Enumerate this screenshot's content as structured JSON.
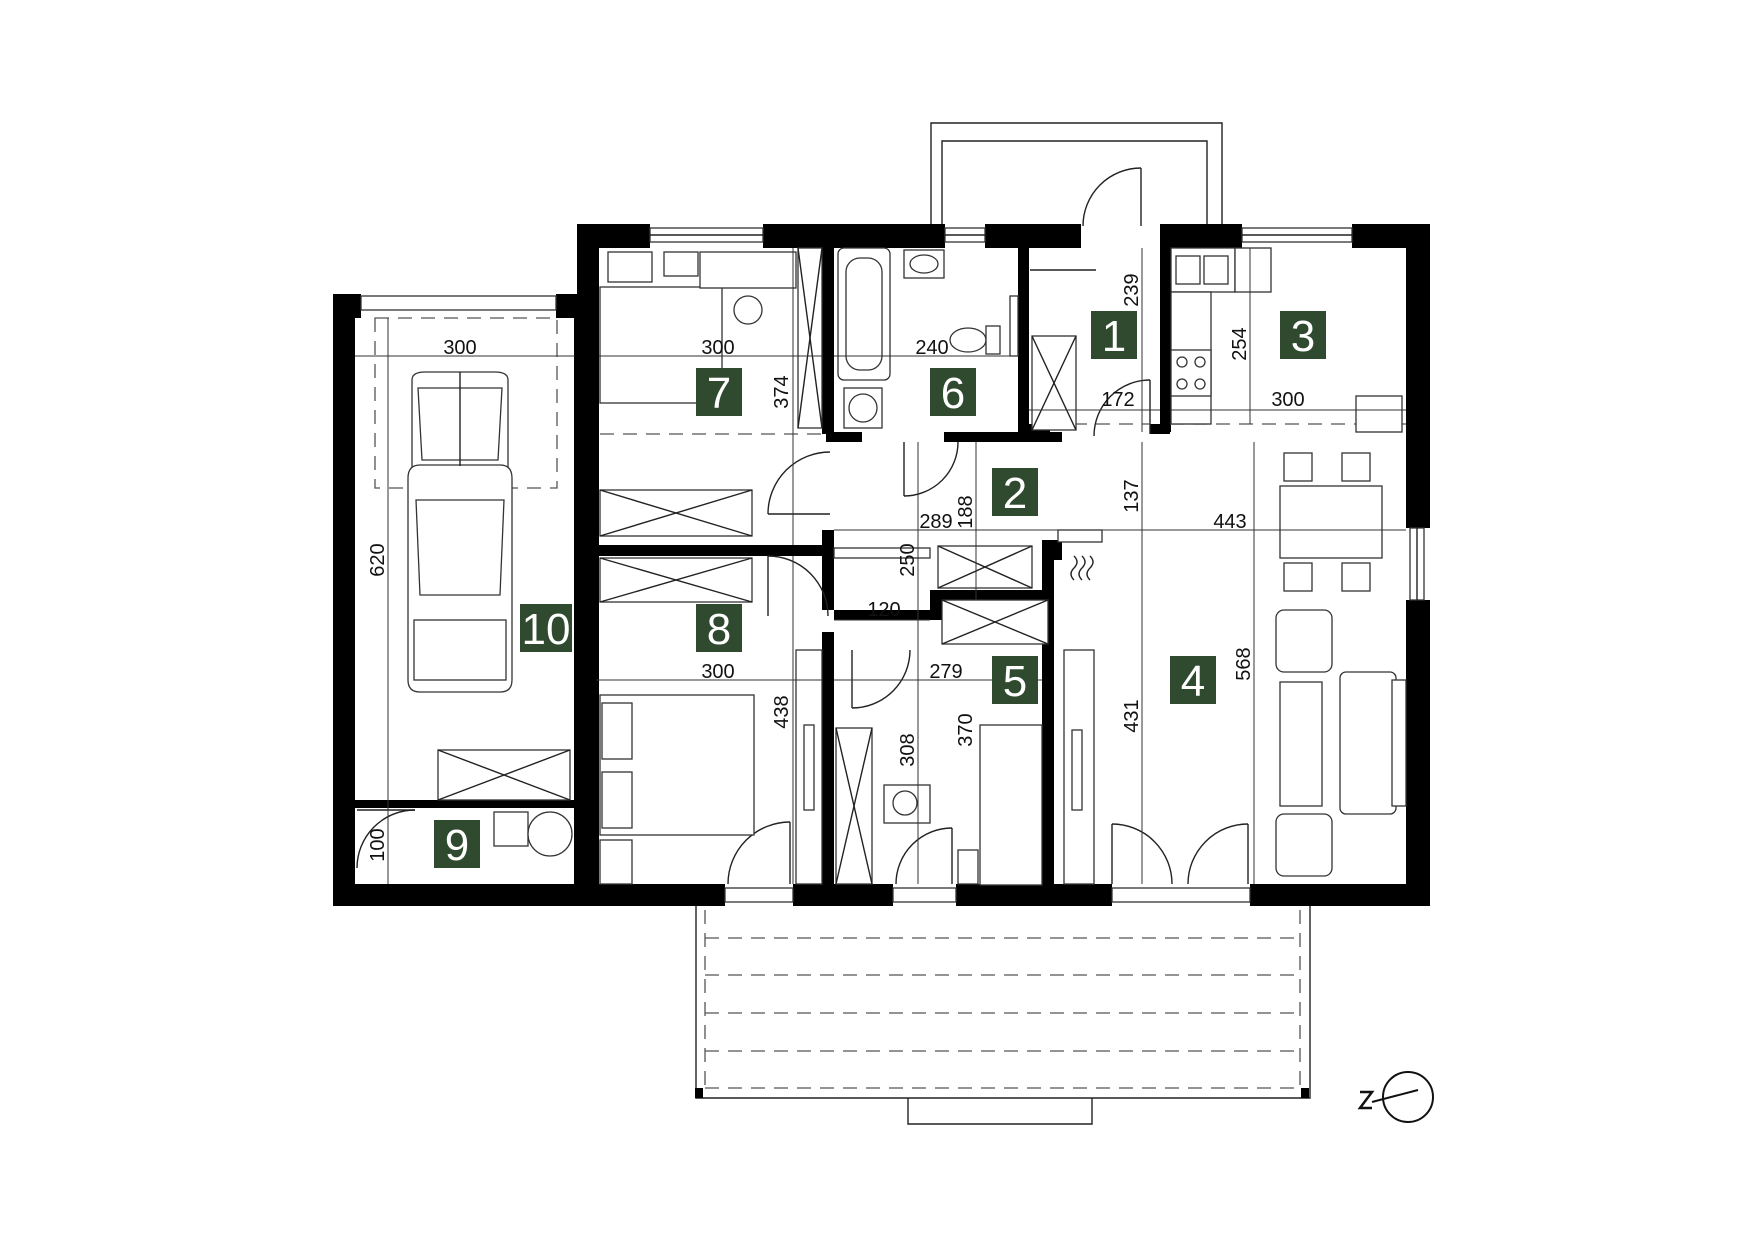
{
  "colors": {
    "wall": "#000000",
    "badge": "#2f4a2f",
    "badge_text": "#ffffff",
    "line": "#222222"
  },
  "rooms": [
    {
      "id": "1"
    },
    {
      "id": "2"
    },
    {
      "id": "3"
    },
    {
      "id": "4"
    },
    {
      "id": "5"
    },
    {
      "id": "6"
    },
    {
      "id": "7"
    },
    {
      "id": "8"
    },
    {
      "id": "9"
    },
    {
      "id": "10"
    }
  ],
  "dimensions": {
    "garage_width": "300",
    "garage_length": "620",
    "utility_depth": "100",
    "room7_width": "300",
    "room7_depth": "374",
    "room6_width": "240",
    "room1_depth": "239",
    "room1_width": "172",
    "room3_depth": "254",
    "room3_width": "300",
    "hall_a": "289",
    "hall_b": "188",
    "hall_c": "137",
    "living_width": "443",
    "hall_d": "250",
    "hall_e": "120",
    "room8_width": "300",
    "room8_depth": "438",
    "room5_width": "279",
    "room5_d1": "308",
    "room5_d2": "370",
    "living_d1": "431",
    "living_d2": "568"
  },
  "icons": {
    "compass": "north-arrow-icon",
    "fireplace": "fireplace-icon"
  }
}
